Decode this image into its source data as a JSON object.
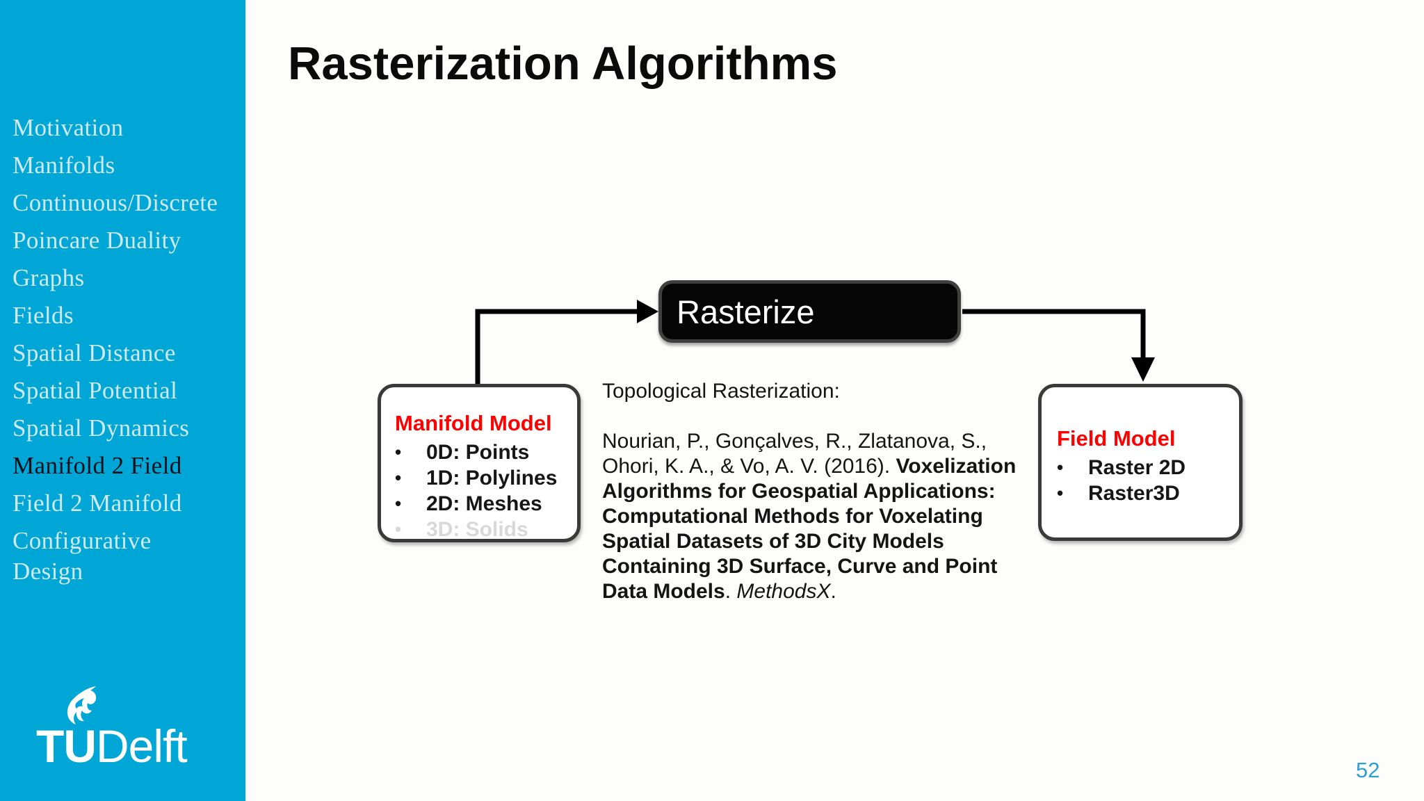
{
  "sidebar": {
    "items": [
      {
        "label": "Motivation"
      },
      {
        "label": "Manifolds"
      },
      {
        "label": "Continuous/Discrete"
      },
      {
        "label": "Poincare Duality"
      },
      {
        "label": "Graphs"
      },
      {
        "label": "Fields"
      },
      {
        "label": "Spatial Distance"
      },
      {
        "label": "Spatial Potential"
      },
      {
        "label": "Spatial Dynamics"
      },
      {
        "label": "Manifold 2 Field",
        "active": true
      },
      {
        "label": "Field 2 Manifold"
      },
      {
        "label": "Configurative Design"
      }
    ],
    "logo": {
      "tu": "TU",
      "delft": "Delft",
      "flame_icon": "tu-delft-flame"
    }
  },
  "slide": {
    "title": "Rasterization Algorithms",
    "page_number": "52"
  },
  "diagram": {
    "rasterize_label": "Rasterize",
    "manifold_box": {
      "title": "Manifold Model",
      "bullets": [
        {
          "label": "0D: Points",
          "muted": false
        },
        {
          "label": "1D: Polylines",
          "muted": false
        },
        {
          "label": "2D: Meshes",
          "muted": false
        },
        {
          "label": "3D: Solids",
          "muted": true
        }
      ]
    },
    "field_box": {
      "title": "Field Model",
      "bullets": [
        {
          "label": "Raster 2D"
        },
        {
          "label": "Raster3D"
        }
      ]
    }
  },
  "citation": {
    "heading": "Topological Rasterization:",
    "lines": {
      "l1": "Nourian, P., Gonçalves, R., Zlatanova, S.,",
      "l2a": "Ohori, K. A., & Vo, A. V. (2016). ",
      "l2b": "Voxelization",
      "l3": "Algorithms for Geospatial Applications:",
      "l4": "Computational Methods for Voxelating",
      "l5": "Spatial Datasets of 3D City Models",
      "l6": "Containing 3D Surface, Curve and Point",
      "l7a": "Data Models",
      "l7b": ". ",
      "l7c": "MethodsX",
      "l7d": "."
    }
  },
  "colors": {
    "sidebar_bg": "#00A6D6",
    "sidebar_text": "#CFE9F3",
    "sidebar_active_text": "#06121B",
    "accent_red": "#FF0000",
    "muted_gray": "#D8D8D8",
    "box_border_gray": "#3A3A3A",
    "page_number_blue": "#2AA0D5"
  }
}
